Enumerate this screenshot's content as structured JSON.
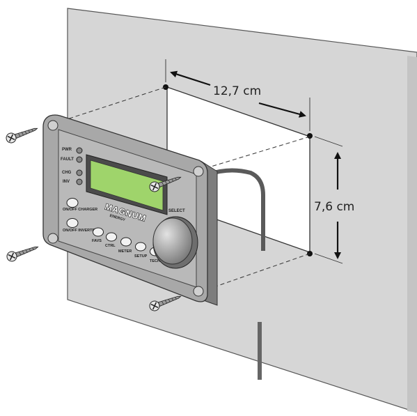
{
  "dimensions": {
    "width_label": "12,7 cm",
    "height_label": "7,6 cm"
  },
  "panel": {
    "leds": [
      "PWR",
      "FAULT",
      "CHG",
      "INV"
    ],
    "side_buttons": [
      "ON/OFF CHARGER",
      "ON/OFF INVERTER"
    ],
    "bottom_buttons": [
      "FAVS",
      "CTRL",
      "METER",
      "SETUP",
      "TECH"
    ],
    "knob_label": "SELECT",
    "brand": "MAGNUM",
    "brand_sub": "ENERGY"
  },
  "colors": {
    "wall": "#d6d6d6",
    "panel": "#a8a8a8",
    "lcd": "#9fd46b",
    "cable": "#5a5a5a"
  }
}
